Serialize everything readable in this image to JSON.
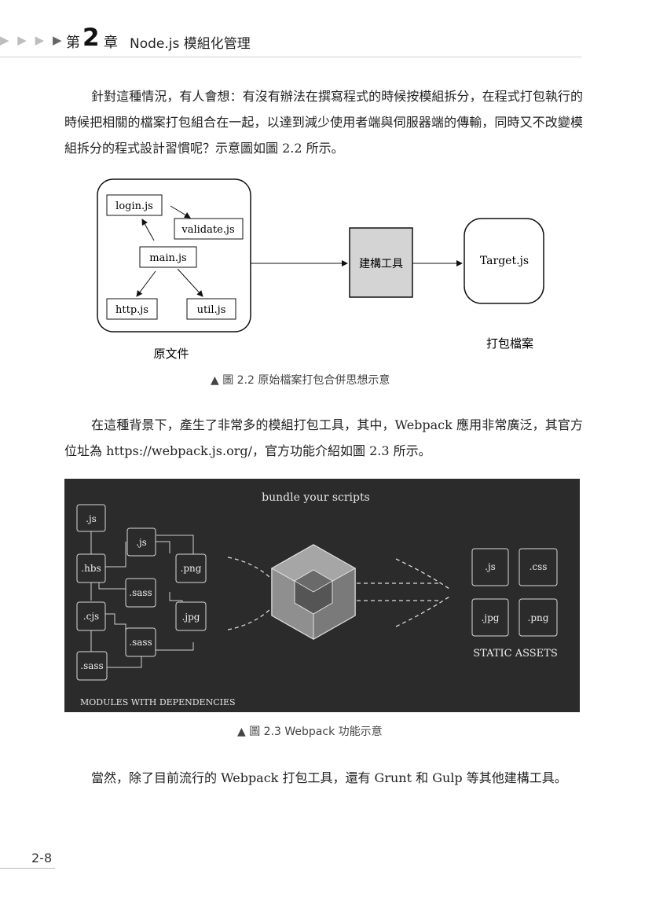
{
  "header": {
    "arrows": "▶ ▶ ▶",
    "last_arrow": "▶",
    "chapter_prefix": "第",
    "chapter_number": "2",
    "chapter_suffix": "章",
    "chapter_title": "Node.js 模組化管理"
  },
  "paragraphs": {
    "p1": "針對這種情況，有人會想：有沒有辦法在撰寫程式的時候按模組拆分，在程式打包執行的時候把相關的檔案打包組合在一起，以達到減少使用者端與伺服器端的傳輸，同時又不改變模組拆分的程式設計習慣呢？示意圖如圖 2.2 所示。",
    "p2": "在這種背景下，產生了非常多的模組打包工具，其中，Webpack 應用非常廣泛，其官方位址為 https://webpack.js.org/，官方功能介紹如圖 2.3 所示。",
    "p3": "當然，除了目前流行的 Webpack 打包工具，還有 Grunt 和 Gulp 等其他建構工具。"
  },
  "figure_2_2": {
    "files": {
      "login": "login.js",
      "validate": "validate.js",
      "main": "main.js",
      "http": "http.js",
      "util": "util.js"
    },
    "source_label": "原文件",
    "tool_label": "建構工具",
    "target_label": "Target.js",
    "output_label": "打包檔案",
    "caption": "▲ 圖 2.2 原始檔案打包合併思想示意"
  },
  "figure_2_3": {
    "title": "bundle your scripts",
    "modules": {
      "js1": ".js",
      "js2": ".js",
      "hbs": ".hbs",
      "png": ".png",
      "sass1": ".sass",
      "cjs": ".cjs",
      "jpg": ".jpg",
      "sass2": ".sass",
      "sass3": ".sass"
    },
    "modules_label": "MODULES WITH DEPENDENCIES",
    "assets": {
      "js": ".js",
      "css": ".css",
      "jpg": ".jpg",
      "png": ".png"
    },
    "assets_label": "STATIC ASSETS",
    "caption": "▲ 圖 2.3 Webpack 功能示意",
    "colors": {
      "background": "#2b2b2b",
      "box_stroke": "#d8d8d8",
      "cube_light": "#a6a6a6",
      "cube_dark": "#555555"
    }
  },
  "footer": {
    "page_number": "2-8"
  }
}
